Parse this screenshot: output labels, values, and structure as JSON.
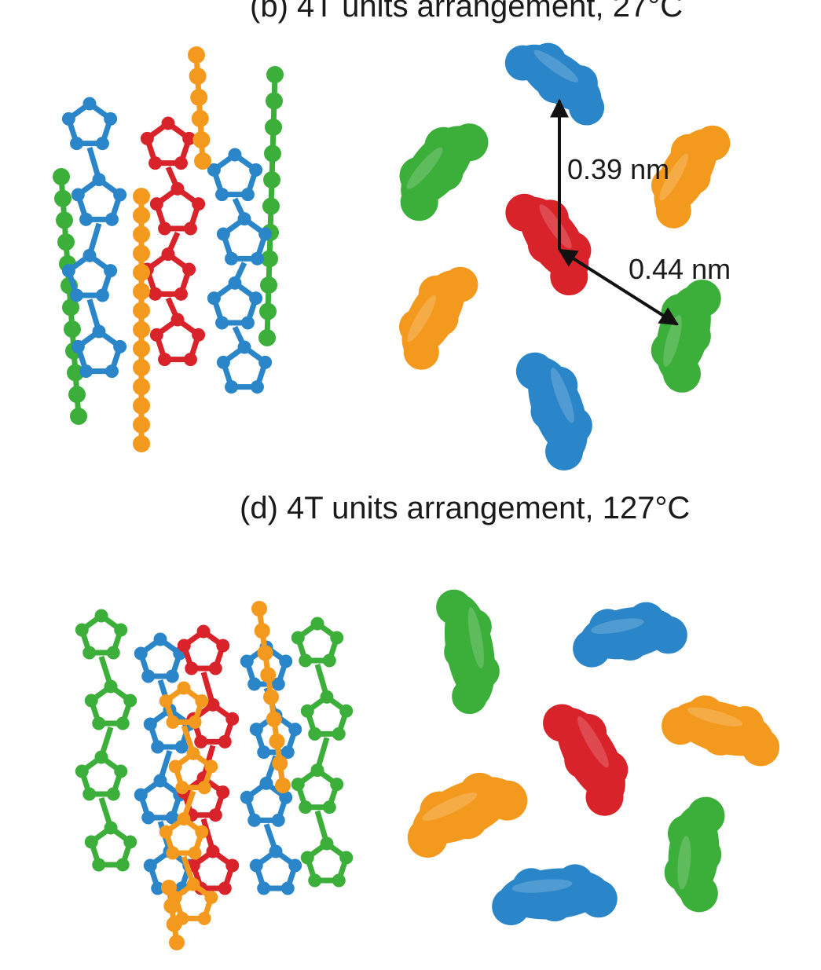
{
  "panels": [
    {
      "id": "b",
      "title": "(b) 4T units arrangement, 27°C"
    },
    {
      "id": "d",
      "title": "(d) 4T units arrangement, 127°C"
    }
  ],
  "annotations": {
    "distance_1": "0.39 nm",
    "distance_2": "0.44 nm"
  },
  "colors": {
    "blue": "#2a86c8",
    "red": "#d8232a",
    "orange": "#f39a1e",
    "green": "#3cae3a"
  }
}
